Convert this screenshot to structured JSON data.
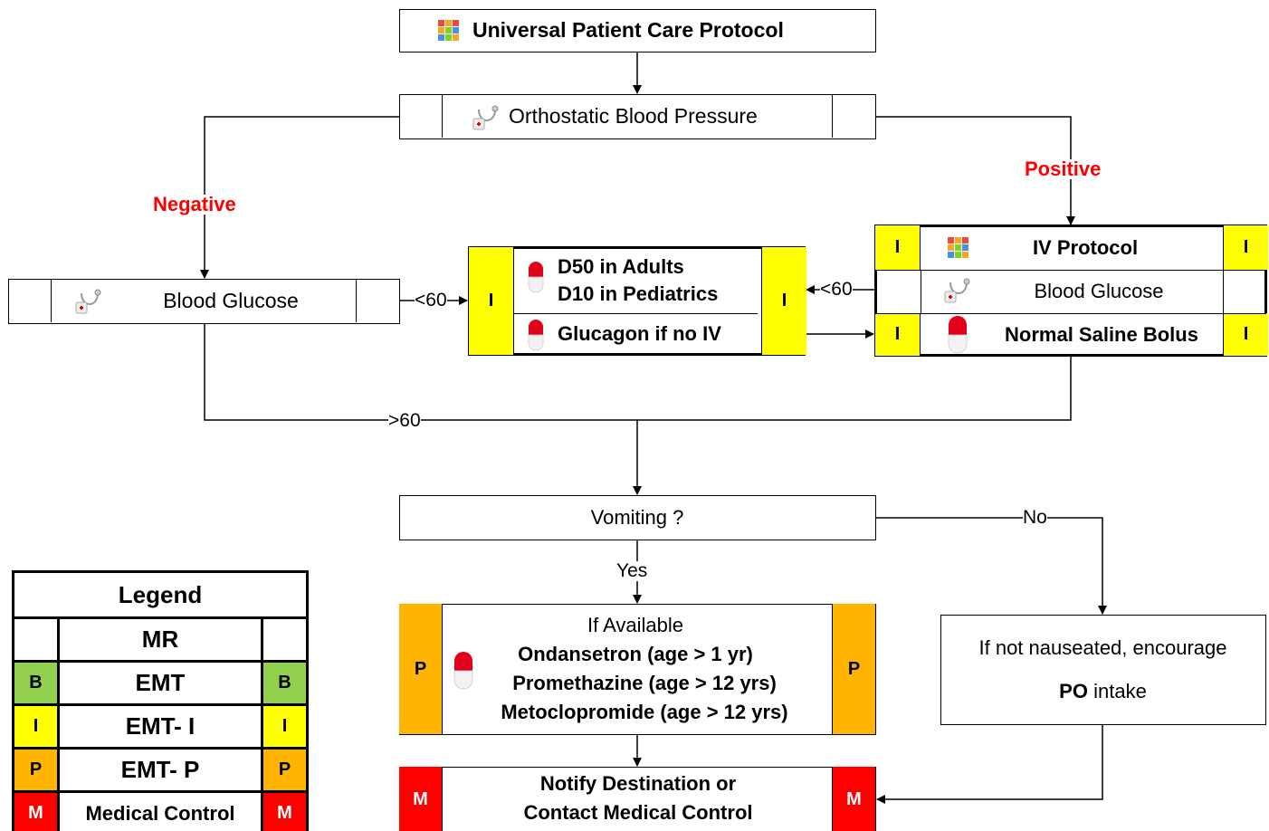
{
  "diagram": {
    "top": {
      "title": "Universal Patient Care Protocol",
      "icon": "protocol-grid-icon"
    },
    "ortho": {
      "title": "Orthostatic Blood Pressure",
      "icon": "stethoscope-icon"
    },
    "edges": {
      "negative": "Negative",
      "positive": "Positive",
      "lt60_left": "<60",
      "lt60_right": "<60",
      "gt60": ">60",
      "no": "No",
      "yes": "Yes"
    },
    "bg_left": {
      "title": "Blood Glucose",
      "icon": "stethoscope-icon"
    },
    "d50": {
      "line1": "D50 in Adults",
      "line2": "D10 in Pediatrics",
      "glucagon": "Glucagon if no IV",
      "level": "I",
      "icon": "pill-icon"
    },
    "iv": {
      "row1": "IV Protocol",
      "row2": "Blood Glucose",
      "row3": "Normal Saline Bolus",
      "level": "I"
    },
    "vomit": {
      "title": "Vomiting ?"
    },
    "antiemetic": {
      "header": "If Available",
      "line1": "Ondansetron (age > 1 yr)",
      "line2": "Promethazine (age > 12 yrs)",
      "line3": "Metoclopromide (age > 12 yrs)",
      "level": "P"
    },
    "po": {
      "line1": "If not nauseated, encourage",
      "bold": "PO",
      "rest": "intake"
    },
    "notify": {
      "line1": "Notify Destination or",
      "line2": "Contact Medical Control",
      "level": "M"
    },
    "legend": {
      "title": "Legend",
      "rows": [
        {
          "code": "",
          "label": "MR",
          "color": "#ffffff"
        },
        {
          "code": "B",
          "label": "EMT",
          "color": "#92d050"
        },
        {
          "code": "I",
          "label": "EMT- I",
          "color": "#ffff00"
        },
        {
          "code": "P",
          "label": "EMT- P",
          "color": "#ffb400"
        },
        {
          "code": "M",
          "label": "Medical Control",
          "color": "#ff0000"
        }
      ]
    }
  },
  "colors": {
    "accent_red": "#ff0000",
    "level_I": "#ffff00",
    "level_P": "#ffb400",
    "level_B": "#92d050",
    "level_M": "#ff0000"
  }
}
